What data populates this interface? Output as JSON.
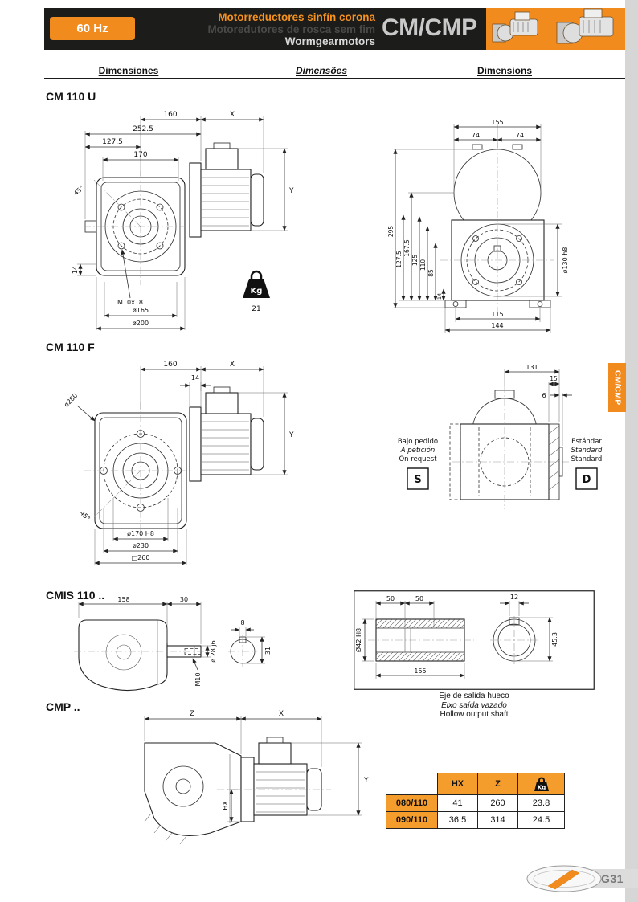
{
  "colors": {
    "brand_orange": "#F28B1E",
    "header_bg": "#1C1C1B",
    "table_orange": "#F59D2C"
  },
  "header": {
    "badge": "60 Hz",
    "title_es": "Motorreductores sinfín corona",
    "title_pt": "Motoredutores de rosca sem fim",
    "title_en": "Wormgearmotors",
    "product": "CM/CMP"
  },
  "colheads": {
    "es": "Dimensiones",
    "pt": "Dimensões",
    "en": "Dimensions"
  },
  "side_tab": "CM/CMP",
  "cm110u": {
    "title": "CM 110 U",
    "weight_label": "Kg",
    "weight_value": "21",
    "left": {
      "d160": "160",
      "dX": "X",
      "d2525": "252.5",
      "d1275": "127.5",
      "d170": "170",
      "a45": "45°",
      "d14": "14",
      "m10": "M10x18",
      "d165": "ø165",
      "d200": "ø200",
      "dY": "Y"
    },
    "right": {
      "d155": "155",
      "d74a": "74",
      "d74b": "74",
      "d295": "295",
      "d1275": "127.5",
      "d1675": "167.5",
      "d125": "125",
      "d110": "110",
      "d85": "85",
      "d14": "14",
      "d130": "ø130 h8",
      "d115": "115",
      "d144": "144"
    }
  },
  "cm110f": {
    "title": "CM 110 F",
    "left": {
      "d160": "160",
      "dX": "X",
      "d14": "14",
      "d280": "ø280",
      "a45": "45°",
      "d170": "ø170 H8",
      "d230": "ø230",
      "d260": "□260",
      "dY": "Y"
    },
    "right": {
      "d131": "131",
      "d15": "15",
      "d6": "6",
      "req_l1": "Bajo pedido",
      "req_l2": "A petición",
      "req_l3": "On request",
      "req_letter": "S",
      "std_l1": "Estándar",
      "std_l2": "Standard",
      "std_l3": "Standard",
      "std_letter": "D"
    }
  },
  "cmis": {
    "title": "CMIS 110 ..",
    "left": {
      "d158": "158",
      "d30": "30",
      "d28": "ø 28 j6",
      "d8": "8",
      "m10": "M10",
      "d31": "31"
    },
    "right": {
      "d50a": "50",
      "d50b": "50",
      "d12": "12",
      "d42": "Ø42 H8",
      "d155": "155",
      "d453": "45.3"
    },
    "caption": {
      "es": "Eje de salida hueco",
      "pt": "Eixo saída vazado",
      "en": "Hollow output shaft"
    }
  },
  "cmp": {
    "title": "CMP ..",
    "dims": {
      "dZ": "Z",
      "dX": "X",
      "dHX": "HX",
      "dY": "Y"
    },
    "table": {
      "h_hx": "HX",
      "h_z": "Z",
      "kg_label": "Kg",
      "rows": [
        {
          "label": "080/110",
          "hx": "41",
          "z": "260",
          "kg": "23.8"
        },
        {
          "label": "090/110",
          "hx": "36.5",
          "z": "314",
          "kg": "24.5"
        }
      ]
    }
  },
  "footer": {
    "page": "G31"
  }
}
